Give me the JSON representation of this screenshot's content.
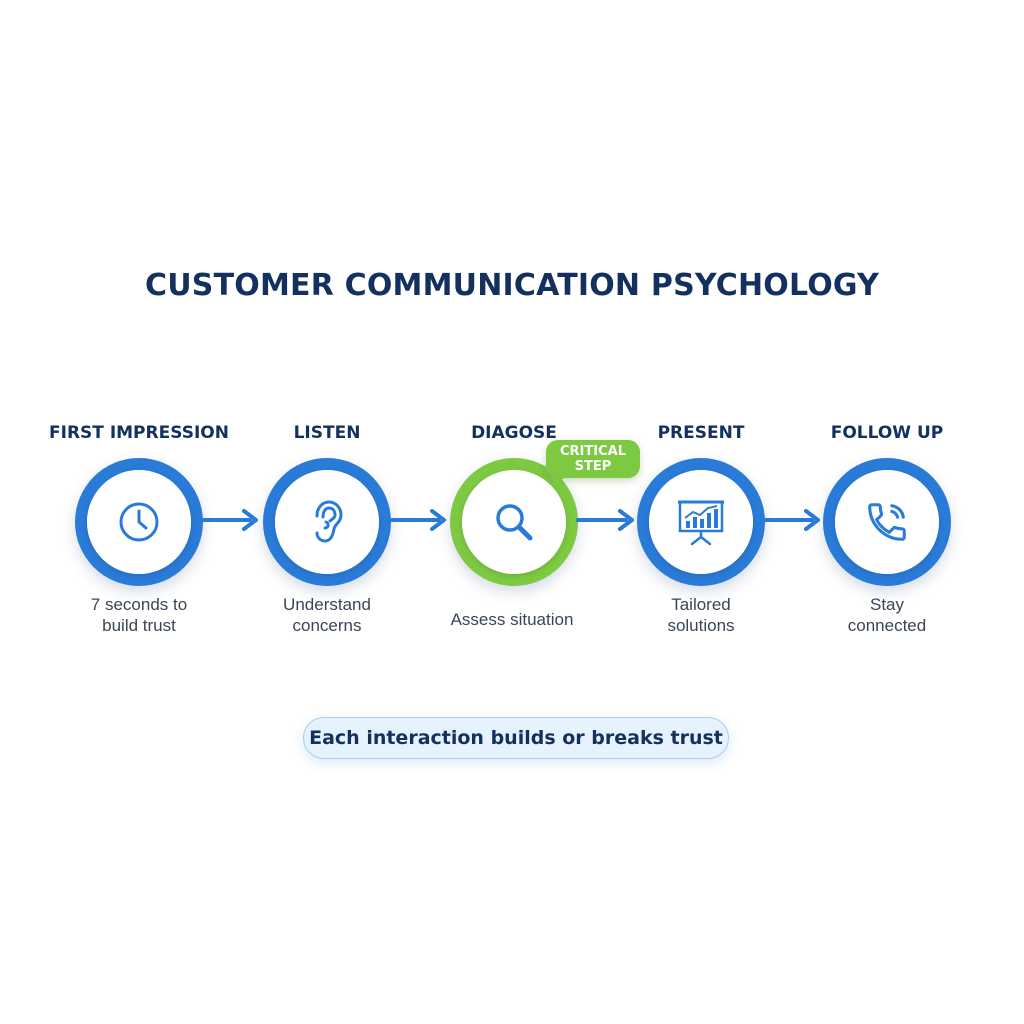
{
  "title": "CUSTOMER COMMUNICATION PSYCHOLOGY",
  "steps": [
    {
      "label": "FIRST IMPRESSION",
      "icon": "clock-icon",
      "desc": [
        "7 seconds to",
        "build trust"
      ],
      "color": "#2a7bd8"
    },
    {
      "label": "LISTEN",
      "icon": "ear-icon",
      "desc": [
        "Understand",
        "concerns"
      ],
      "color": "#2a7bd8"
    },
    {
      "label": "DIAGOSE",
      "icon": "magnifier-icon",
      "desc": [
        "Assess situation"
      ],
      "color": "#7dc942",
      "badge": [
        "CRITICAL",
        "STEP"
      ]
    },
    {
      "label": "PRESENT",
      "icon": "presentation-chart-icon",
      "desc": [
        "Tailored",
        "solutions"
      ],
      "color": "#2a7bd8"
    },
    {
      "label": "FOLLOW UP",
      "icon": "phone-icon",
      "desc": [
        "Stay",
        "connected"
      ],
      "color": "#2a7bd8"
    }
  ],
  "footer": "Each interaction builds or breaks trust",
  "colors": {
    "primary": "#2a7bd8",
    "accent": "#7dc942",
    "title": "#14305e"
  }
}
